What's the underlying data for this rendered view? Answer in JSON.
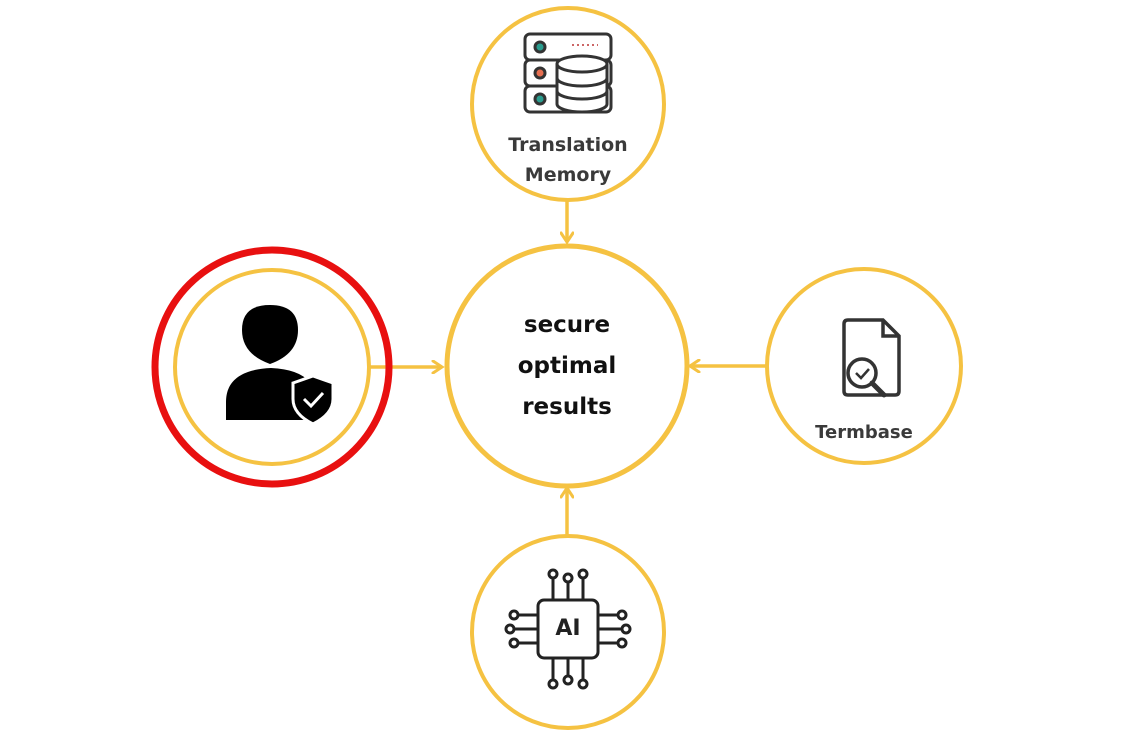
{
  "colors": {
    "ring": "#F5C242",
    "highlight": "#E81010",
    "icon": "#111111",
    "label": "#3a3a3a"
  },
  "center": {
    "lines": [
      "secure",
      "optimal",
      "results"
    ]
  },
  "nodes": {
    "top": {
      "label_lines": [
        "Translation",
        "Memory"
      ],
      "icon": "database-server-icon"
    },
    "right": {
      "label": "Termbase",
      "icon": "document-search-check-icon"
    },
    "bottom": {
      "label": "AI",
      "icon": "ai-chip-icon"
    },
    "left": {
      "icon": "user-shield-check-icon",
      "highlighted": true
    }
  }
}
